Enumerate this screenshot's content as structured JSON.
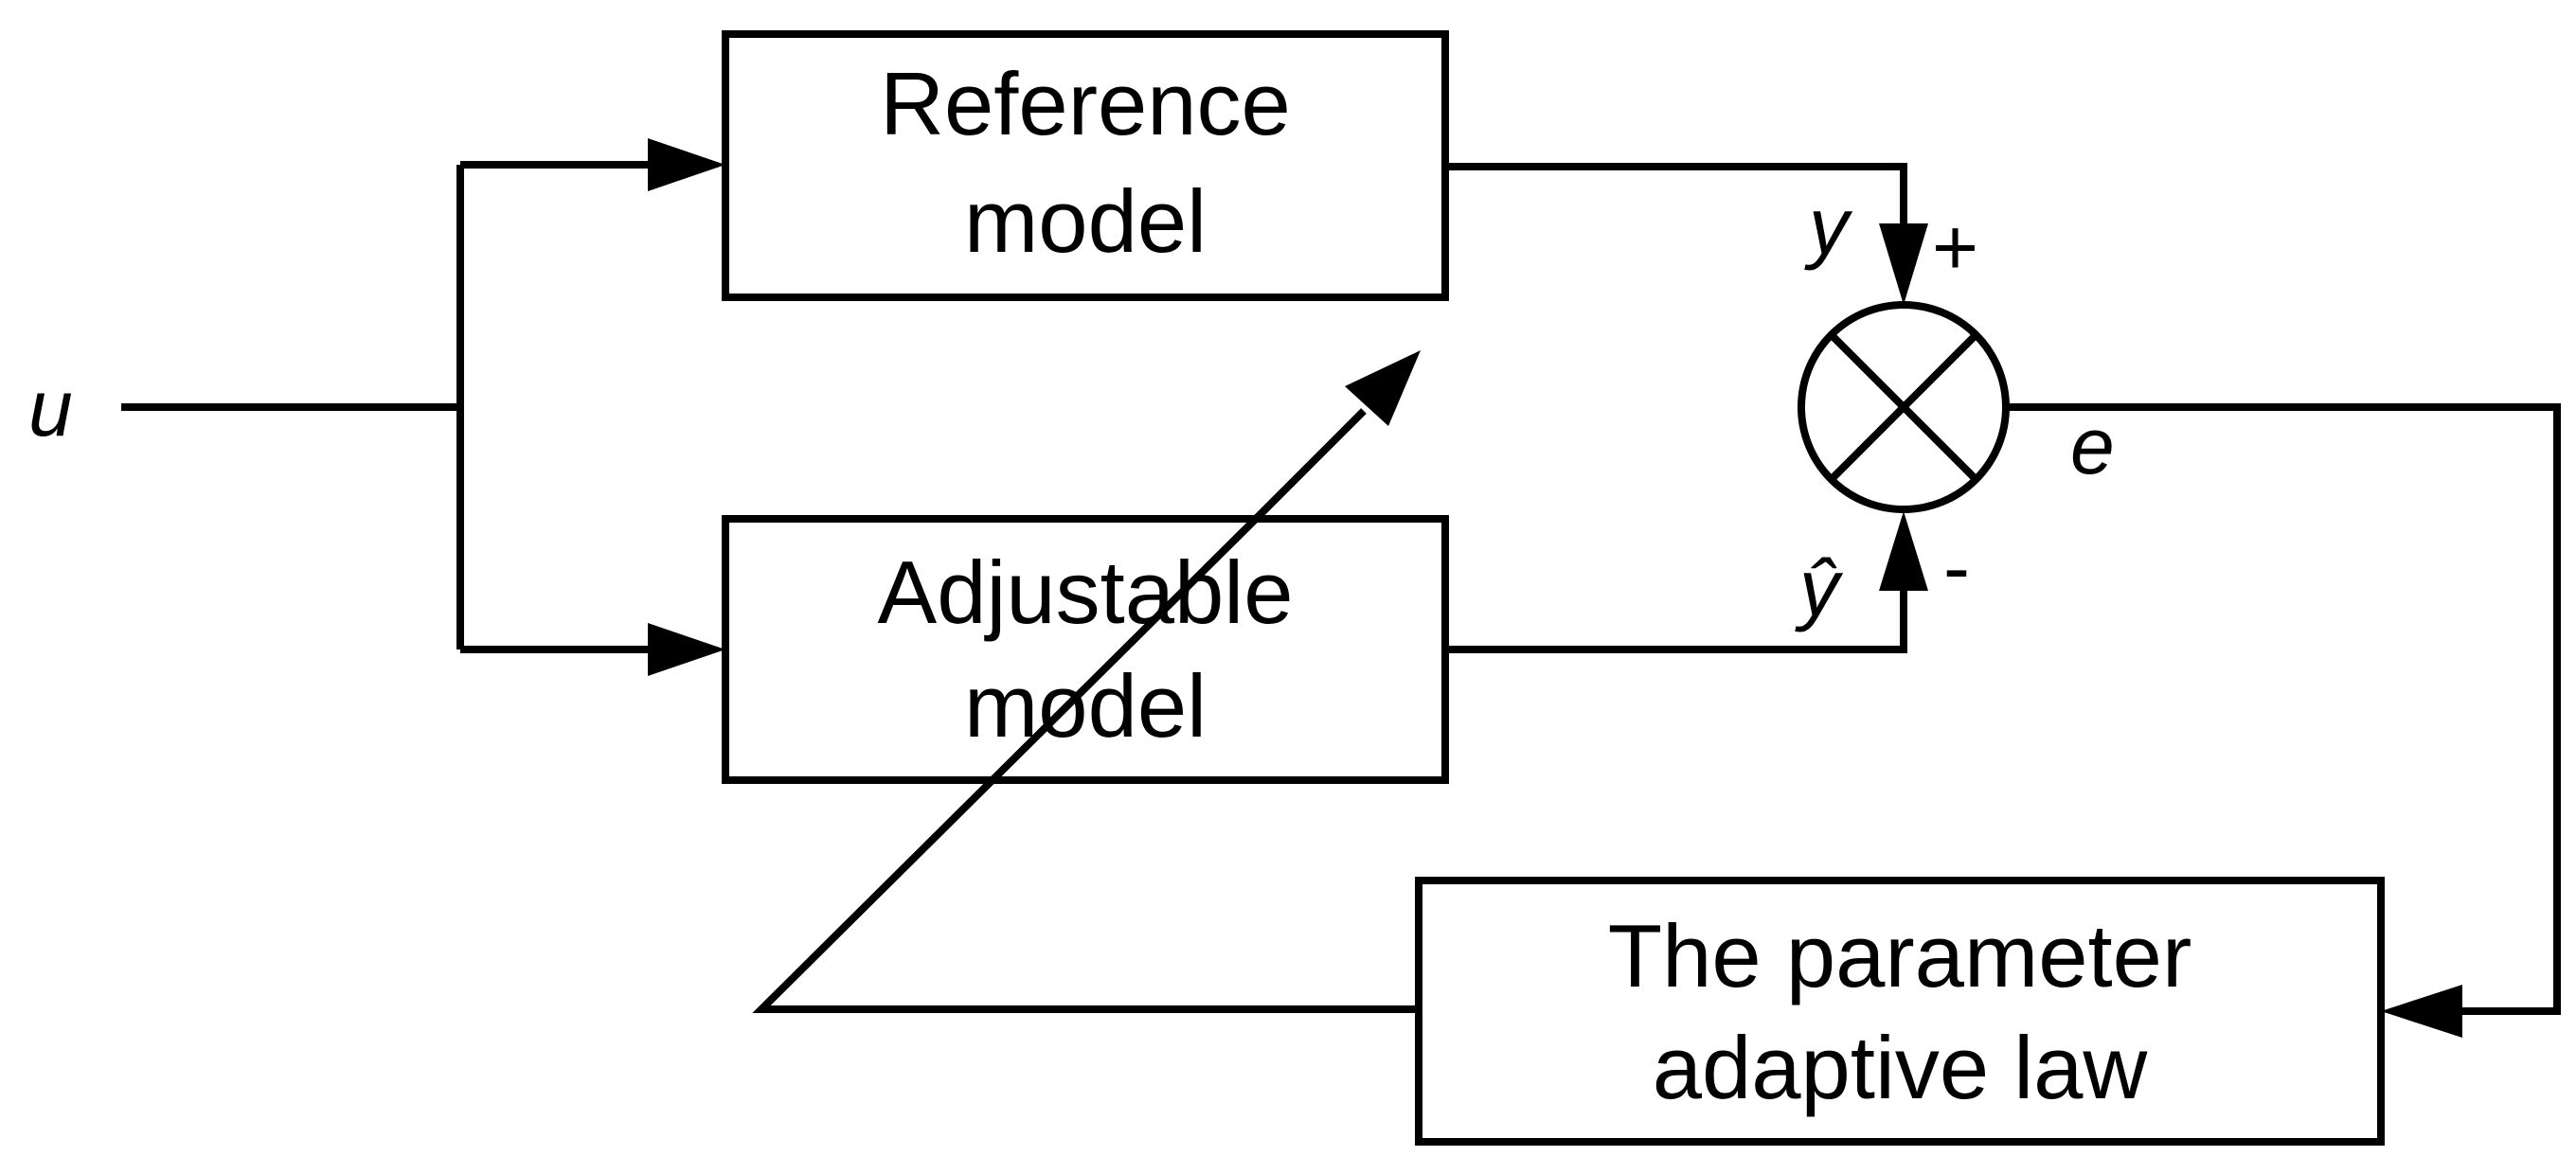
{
  "blocks": {
    "reference_model": {
      "line1": "Reference",
      "line2": "model"
    },
    "adjustable_model": {
      "line1": "Adjustable",
      "line2": "model"
    },
    "adaptive_law": {
      "line1": "The parameter",
      "line2": "adaptive law"
    }
  },
  "signals": {
    "input": "u",
    "reference_output": "y",
    "adjustable_output": "ŷ",
    "error": "e"
  },
  "summing_junction": {
    "plus_sign": "+",
    "minus_sign": "-"
  },
  "colors": {
    "line": "#000000",
    "background": "#ffffff"
  }
}
